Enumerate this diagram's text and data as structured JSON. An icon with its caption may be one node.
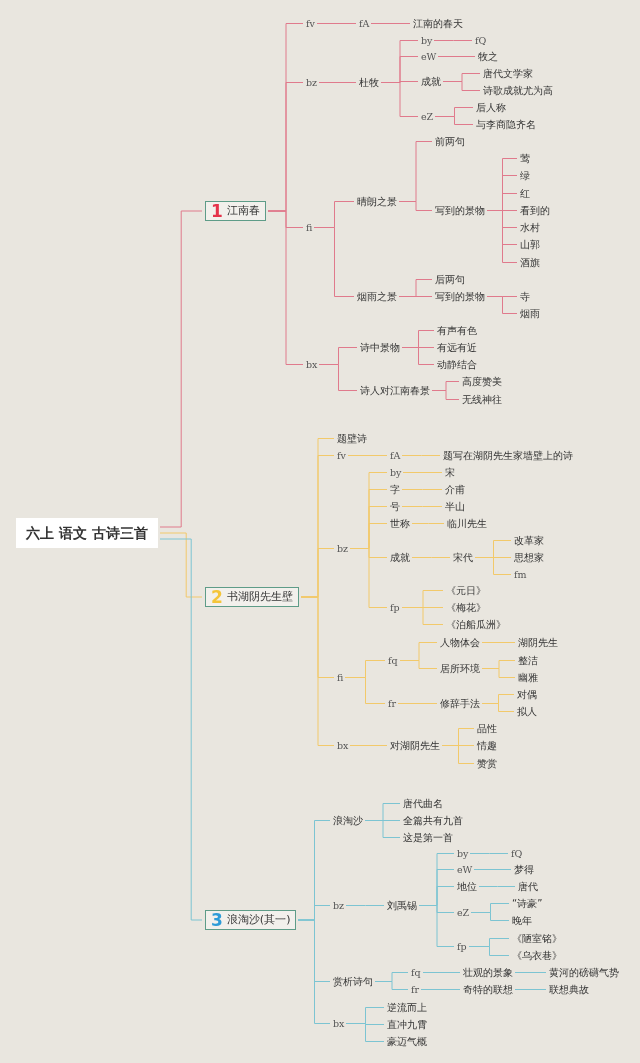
{
  "diagram": {
    "nodes": [
      {
        "text": [
          "六上 语文 古诗三首"
        ]
      },
      {
        "text": [
          "1",
          "江南春"
        ]
      },
      {
        "text": [
          "fv"
        ]
      },
      {
        "text": [
          "fA"
        ]
      },
      {
        "text": [
          "江南的春天"
        ]
      },
      {
        "text": [
          "bz"
        ]
      },
      {
        "text": [
          "杜牧"
        ]
      },
      {
        "text": [
          "by"
        ]
      },
      {
        "text": [
          "fQ"
        ]
      },
      {
        "text": [
          "eW"
        ]
      },
      {
        "text": [
          "牧之"
        ]
      },
      {
        "text": [
          "成就"
        ]
      },
      {
        "text": [
          "唐代文学家"
        ]
      },
      {
        "text": [
          "诗歌成就尤为高"
        ]
      },
      {
        "text": [
          "eZ"
        ]
      },
      {
        "text": [
          "后人称"
        ]
      },
      {
        "text": [
          "与李商隐齐名"
        ]
      },
      {
        "text": [
          "fi"
        ]
      },
      {
        "text": [
          "晴朗之景"
        ]
      },
      {
        "text": [
          "前两句"
        ]
      },
      {
        "text": [
          "写到的景物"
        ]
      },
      {
        "text": [
          "莺"
        ]
      },
      {
        "text": [
          "绿"
        ]
      },
      {
        "text": [
          "红"
        ]
      },
      {
        "text": [
          "看到的"
        ]
      },
      {
        "text": [
          "水村"
        ]
      },
      {
        "text": [
          "山郭"
        ]
      },
      {
        "text": [
          "酒旗"
        ]
      },
      {
        "text": [
          "烟雨之景"
        ]
      },
      {
        "text": [
          "后两句"
        ]
      },
      {
        "text": [
          "写到的景物"
        ]
      },
      {
        "text": [
          "寺"
        ]
      },
      {
        "text": [
          "烟雨"
        ]
      },
      {
        "text": [
          "bx"
        ]
      },
      {
        "text": [
          "诗中景物"
        ]
      },
      {
        "text": [
          "有声有色"
        ]
      },
      {
        "text": [
          "有远有近"
        ]
      },
      {
        "text": [
          "动静结合"
        ]
      },
      {
        "text": [
          "诗人对江南春景"
        ]
      },
      {
        "text": [
          "高度赞美"
        ]
      },
      {
        "text": [
          "无线神往"
        ]
      },
      {
        "text": [
          "2",
          "书湖阴先生壁"
        ]
      },
      {
        "text": [
          "题壁诗"
        ]
      },
      {
        "text": [
          "fv"
        ]
      },
      {
        "text": [
          "fA"
        ]
      },
      {
        "text": [
          "题写在湖阴先生家墙壁上的诗"
        ]
      },
      {
        "text": [
          "bz"
        ]
      },
      {
        "text": [
          "by"
        ]
      },
      {
        "text": [
          "宋"
        ]
      },
      {
        "text": [
          "字"
        ]
      },
      {
        "text": [
          "介甫"
        ]
      },
      {
        "text": [
          "号"
        ]
      },
      {
        "text": [
          "半山"
        ]
      },
      {
        "text": [
          "世称"
        ]
      },
      {
        "text": [
          "临川先生"
        ]
      },
      {
        "text": [
          "成就"
        ]
      },
      {
        "text": [
          "宋代"
        ]
      },
      {
        "text": [
          "改革家"
        ]
      },
      {
        "text": [
          "思想家"
        ]
      },
      {
        "text": [
          "fm"
        ]
      },
      {
        "text": [
          "fp"
        ]
      },
      {
        "text": [
          "《元日》"
        ]
      },
      {
        "text": [
          "《梅花》"
        ]
      },
      {
        "text": [
          "《泊船瓜洲》"
        ]
      },
      {
        "text": [
          "fi"
        ]
      },
      {
        "text": [
          "fq"
        ]
      },
      {
        "text": [
          "人物体会"
        ]
      },
      {
        "text": [
          "湖阴先生"
        ]
      },
      {
        "text": [
          "居所环境"
        ]
      },
      {
        "text": [
          "整洁"
        ]
      },
      {
        "text": [
          "幽雅"
        ]
      },
      {
        "text": [
          "fr"
        ]
      },
      {
        "text": [
          "修辞手法"
        ]
      },
      {
        "text": [
          "对偶"
        ]
      },
      {
        "text": [
          "拟人"
        ]
      },
      {
        "text": [
          "bx"
        ]
      },
      {
        "text": [
          "对湖阴先生"
        ]
      },
      {
        "text": [
          "品性"
        ]
      },
      {
        "text": [
          "情趣"
        ]
      },
      {
        "text": [
          "赞赏"
        ]
      },
      {
        "text": [
          "3",
          "浪淘沙(其一)"
        ]
      },
      {
        "text": [
          "浪淘沙"
        ]
      },
      {
        "text": [
          "唐代曲名"
        ]
      },
      {
        "text": [
          "全篇共有九首"
        ]
      },
      {
        "text": [
          "这是第一首"
        ]
      },
      {
        "text": [
          "bz"
        ]
      },
      {
        "text": [
          "刘禹锡"
        ]
      },
      {
        "text": [
          "by"
        ]
      },
      {
        "text": [
          "fQ"
        ]
      },
      {
        "text": [
          "eW"
        ]
      },
      {
        "text": [
          "梦得"
        ]
      },
      {
        "text": [
          "地位"
        ]
      },
      {
        "text": [
          "唐代"
        ]
      },
      {
        "text": [
          "eZ"
        ]
      },
      {
        "text": [
          "“诗豪”"
        ]
      },
      {
        "text": [
          "晚年"
        ]
      },
      {
        "text": [
          "fp"
        ]
      },
      {
        "text": [
          "《陋室铭》"
        ]
      },
      {
        "text": [
          "《乌衣巷》"
        ]
      },
      {
        "text": [
          "赏析诗句"
        ]
      },
      {
        "text": [
          "fq"
        ]
      },
      {
        "text": [
          "壮观的景象"
        ]
      },
      {
        "text": [
          "黄河的磅礴气势"
        ]
      },
      {
        "text": [
          "fr"
        ]
      },
      {
        "text": [
          "奇特的联想"
        ]
      },
      {
        "text": [
          "联想典故"
        ]
      },
      {
        "text": [
          "bx"
        ]
      },
      {
        "text": [
          "逆流而上"
        ]
      },
      {
        "text": [
          "直冲九霄"
        ]
      },
      {
        "text": [
          "豪迈气概"
        ]
      }
    ],
    "edges": [
      {
        "from": 0,
        "to": 1,
        "arrow": "none",
        "color": "#e07a8c"
      },
      {
        "from": 0,
        "to": 41,
        "arrow": "none",
        "color": "#f2c96a"
      },
      {
        "from": 0,
        "to": 80,
        "arrow": "none",
        "color": "#7cc4d2"
      },
      {
        "from": 1,
        "to": 2,
        "arrow": "none",
        "color": "#e07a8c"
      },
      {
        "from": 1,
        "to": 5,
        "arrow": "none",
        "color": "#e07a8c"
      },
      {
        "from": 1,
        "to": 17,
        "arrow": "none",
        "color": "#e07a8c"
      },
      {
        "from": 1,
        "to": 33,
        "arrow": "none",
        "color": "#e07a8c"
      },
      {
        "from": 2,
        "to": 3,
        "arrow": "none",
        "color": "#e07a8c"
      },
      {
        "from": 3,
        "to": 4,
        "arrow": "none",
        "color": "#e07a8c"
      },
      {
        "from": 5,
        "to": 6,
        "arrow": "none",
        "color": "#e07a8c"
      },
      {
        "from": 6,
        "to": 7,
        "arrow": "none",
        "color": "#e07a8c"
      },
      {
        "from": 6,
        "to": 9,
        "arrow": "none",
        "color": "#e07a8c"
      },
      {
        "from": 6,
        "to": 11,
        "arrow": "none",
        "color": "#e07a8c"
      },
      {
        "from": 6,
        "to": 14,
        "arrow": "none",
        "color": "#e07a8c"
      },
      {
        "from": 7,
        "to": 8,
        "arrow": "none",
        "color": "#e07a8c"
      },
      {
        "from": 9,
        "to": 10,
        "arrow": "none",
        "color": "#e07a8c"
      },
      {
        "from": 11,
        "to": 12,
        "arrow": "none",
        "color": "#e07a8c"
      },
      {
        "from": 11,
        "to": 13,
        "arrow": "none",
        "color": "#e07a8c"
      },
      {
        "from": 14,
        "to": 15,
        "arrow": "none",
        "color": "#e07a8c"
      },
      {
        "from": 14,
        "to": 16,
        "arrow": "none",
        "color": "#e07a8c"
      },
      {
        "from": 17,
        "to": 18,
        "arrow": "none",
        "color": "#e07a8c"
      },
      {
        "from": 17,
        "to": 28,
        "arrow": "none",
        "color": "#e07a8c"
      },
      {
        "from": 18,
        "to": 19,
        "arrow": "none",
        "color": "#e07a8c"
      },
      {
        "from": 18,
        "to": 20,
        "arrow": "none",
        "color": "#e07a8c"
      },
      {
        "from": 20,
        "to": 21,
        "arrow": "none",
        "color": "#e07a8c"
      },
      {
        "from": 20,
        "to": 22,
        "arrow": "none",
        "color": "#e07a8c"
      },
      {
        "from": 20,
        "to": 23,
        "arrow": "none",
        "color": "#e07a8c"
      },
      {
        "from": 20,
        "to": 24,
        "arrow": "none",
        "color": "#e07a8c"
      },
      {
        "from": 20,
        "to": 25,
        "arrow": "none",
        "color": "#e07a8c"
      },
      {
        "from": 20,
        "to": 26,
        "arrow": "none",
        "color": "#e07a8c"
      },
      {
        "from": 20,
        "to": 27,
        "arrow": "none",
        "color": "#e07a8c"
      },
      {
        "from": 28,
        "to": 29,
        "arrow": "none",
        "color": "#e07a8c"
      },
      {
        "from": 28,
        "to": 30,
        "arrow": "none",
        "color": "#e07a8c"
      },
      {
        "from": 30,
        "to": 31,
        "arrow": "none",
        "color": "#e07a8c"
      },
      {
        "from": 30,
        "to": 32,
        "arrow": "none",
        "color": "#e07a8c"
      },
      {
        "from": 33,
        "to": 34,
        "arrow": "none",
        "color": "#e07a8c"
      },
      {
        "from": 33,
        "to": 38,
        "arrow": "none",
        "color": "#e07a8c"
      },
      {
        "from": 34,
        "to": 35,
        "arrow": "none",
        "color": "#e07a8c"
      },
      {
        "from": 34,
        "to": 36,
        "arrow": "none",
        "color": "#e07a8c"
      },
      {
        "from": 34,
        "to": 37,
        "arrow": "none",
        "color": "#e07a8c"
      },
      {
        "from": 38,
        "to": 39,
        "arrow": "none",
        "color": "#e07a8c"
      },
      {
        "from": 38,
        "to": 40,
        "arrow": "none",
        "color": "#e07a8c"
      },
      {
        "from": 41,
        "to": 42,
        "arrow": "none",
        "color": "#f2c96a"
      },
      {
        "from": 41,
        "to": 43,
        "arrow": "none",
        "color": "#f2c96a"
      },
      {
        "from": 41,
        "to": 46,
        "arrow": "none",
        "color": "#f2c96a"
      },
      {
        "from": 41,
        "to": 64,
        "arrow": "none",
        "color": "#f2c96a"
      },
      {
        "from": 41,
        "to": 75,
        "arrow": "none",
        "color": "#f2c96a"
      },
      {
        "from": 43,
        "to": 44,
        "arrow": "none",
        "color": "#f2c96a"
      },
      {
        "from": 44,
        "to": 45,
        "arrow": "none",
        "color": "#f2c96a"
      },
      {
        "from": 46,
        "to": 47,
        "arrow": "none",
        "color": "#f2c96a"
      },
      {
        "from": 46,
        "to": 49,
        "arrow": "none",
        "color": "#f2c96a"
      },
      {
        "from": 46,
        "to": 51,
        "arrow": "none",
        "color": "#f2c96a"
      },
      {
        "from": 46,
        "to": 53,
        "arrow": "none",
        "color": "#f2c96a"
      },
      {
        "from": 46,
        "to": 55,
        "arrow": "none",
        "color": "#f2c96a"
      },
      {
        "from": 46,
        "to": 60,
        "arrow": "none",
        "color": "#f2c96a"
      },
      {
        "from": 47,
        "to": 48,
        "arrow": "none",
        "color": "#f2c96a"
      },
      {
        "from": 49,
        "to": 50,
        "arrow": "none",
        "color": "#f2c96a"
      },
      {
        "from": 51,
        "to": 52,
        "arrow": "none",
        "color": "#f2c96a"
      },
      {
        "from": 53,
        "to": 54,
        "arrow": "none",
        "color": "#f2c96a"
      },
      {
        "from": 55,
        "to": 56,
        "arrow": "none",
        "color": "#f2c96a"
      },
      {
        "from": 56,
        "to": 57,
        "arrow": "none",
        "color": "#f2c96a"
      },
      {
        "from": 56,
        "to": 58,
        "arrow": "none",
        "color": "#f2c96a"
      },
      {
        "from": 56,
        "to": 59,
        "arrow": "none",
        "color": "#f2c96a"
      },
      {
        "from": 60,
        "to": 61,
        "arrow": "none",
        "color": "#f2c96a"
      },
      {
        "from": 60,
        "to": 62,
        "arrow": "none",
        "color": "#f2c96a"
      },
      {
        "from": 60,
        "to": 63,
        "arrow": "none",
        "color": "#f2c96a"
      },
      {
        "from": 64,
        "to": 65,
        "arrow": "none",
        "color": "#f2c96a"
      },
      {
        "from": 64,
        "to": 71,
        "arrow": "none",
        "color": "#f2c96a"
      },
      {
        "from": 65,
        "to": 66,
        "arrow": "none",
        "color": "#f2c96a"
      },
      {
        "from": 65,
        "to": 68,
        "arrow": "none",
        "color": "#f2c96a"
      },
      {
        "from": 66,
        "to": 67,
        "arrow": "none",
        "color": "#f2c96a"
      },
      {
        "from": 68,
        "to": 69,
        "arrow": "none",
        "color": "#f2c96a"
      },
      {
        "from": 68,
        "to": 70,
        "arrow": "none",
        "color": "#f2c96a"
      },
      {
        "from": 71,
        "to": 72,
        "arrow": "none",
        "color": "#f2c96a"
      },
      {
        "from": 72,
        "to": 73,
        "arrow": "none",
        "color": "#f2c96a"
      },
      {
        "from": 72,
        "to": 74,
        "arrow": "none",
        "color": "#f2c96a"
      },
      {
        "from": 75,
        "to": 76,
        "arrow": "none",
        "color": "#f2c96a"
      },
      {
        "from": 76,
        "to": 77,
        "arrow": "none",
        "color": "#f2c96a"
      },
      {
        "from": 76,
        "to": 78,
        "arrow": "none",
        "color": "#f2c96a"
      },
      {
        "from": 76,
        "to": 79,
        "arrow": "none",
        "color": "#f2c96a"
      },
      {
        "from": 80,
        "to": 81,
        "arrow": "none",
        "color": "#7cc4d2"
      },
      {
        "from": 80,
        "to": 85,
        "arrow": "none",
        "color": "#7cc4d2"
      },
      {
        "from": 80,
        "to": 99,
        "arrow": "none",
        "color": "#7cc4d2"
      },
      {
        "from": 80,
        "to": 106,
        "arrow": "none",
        "color": "#7cc4d2"
      },
      {
        "from": 81,
        "to": 82,
        "arrow": "none",
        "color": "#7cc4d2"
      },
      {
        "from": 81,
        "to": 83,
        "arrow": "none",
        "color": "#7cc4d2"
      },
      {
        "from": 81,
        "to": 84,
        "arrow": "none",
        "color": "#7cc4d2"
      },
      {
        "from": 85,
        "to": 86,
        "arrow": "none",
        "color": "#7cc4d2"
      },
      {
        "from": 86,
        "to": 87,
        "arrow": "none",
        "color": "#7cc4d2"
      },
      {
        "from": 86,
        "to": 89,
        "arrow": "none",
        "color": "#7cc4d2"
      },
      {
        "from": 86,
        "to": 91,
        "arrow": "none",
        "color": "#7cc4d2"
      },
      {
        "from": 86,
        "to": 93,
        "arrow": "none",
        "color": "#7cc4d2"
      },
      {
        "from": 86,
        "to": 96,
        "arrow": "none",
        "color": "#7cc4d2"
      },
      {
        "from": 87,
        "to": 88,
        "arrow": "none",
        "color": "#7cc4d2"
      },
      {
        "from": 89,
        "to": 90,
        "arrow": "none",
        "color": "#7cc4d2"
      },
      {
        "from": 91,
        "to": 92,
        "arrow": "none",
        "color": "#7cc4d2"
      },
      {
        "from": 93,
        "to": 94,
        "arrow": "none",
        "color": "#7cc4d2"
      },
      {
        "from": 93,
        "to": 95,
        "arrow": "none",
        "color": "#7cc4d2"
      },
      {
        "from": 96,
        "to": 97,
        "arrow": "none",
        "color": "#7cc4d2"
      },
      {
        "from": 96,
        "to": 98,
        "arrow": "none",
        "color": "#7cc4d2"
      },
      {
        "from": 99,
        "to": 100,
        "arrow": "none",
        "color": "#7cc4d2"
      },
      {
        "from": 99,
        "to": 103,
        "arrow": "none",
        "color": "#7cc4d2"
      },
      {
        "from": 100,
        "to": 101,
        "arrow": "none",
        "color": "#7cc4d2"
      },
      {
        "from": 101,
        "to": 102,
        "arrow": "none",
        "color": "#7cc4d2"
      },
      {
        "from": 103,
        "to": 104,
        "arrow": "none",
        "color": "#7cc4d2"
      },
      {
        "from": 104,
        "to": 105,
        "arrow": "none",
        "color": "#7cc4d2"
      },
      {
        "from": 106,
        "to": 107,
        "arrow": "none",
        "color": "#7cc4d2"
      },
      {
        "from": 106,
        "to": 108,
        "arrow": "none",
        "color": "#7cc4d2"
      },
      {
        "from": 106,
        "to": 109,
        "arrow": "none",
        "color": "#7cc4d2"
      }
    ]
  }
}
